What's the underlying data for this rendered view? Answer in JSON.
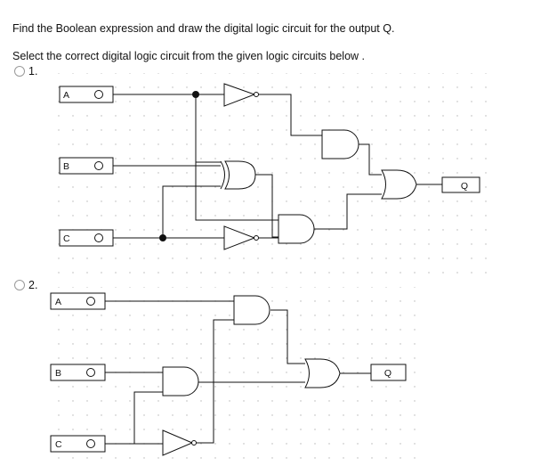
{
  "question": {
    "prompt": "Find the Boolean expression and draw the digital logic circuit for the output Q.",
    "instruction": "Select the correct digital logic circuit from the given logic circuits below ."
  },
  "options": [
    {
      "label": "1.",
      "inputs": [
        "A",
        "B",
        "C"
      ],
      "output": "Q",
      "gates": [
        "NOT",
        "XOR",
        "NOT",
        "AND",
        "AND",
        "OR"
      ]
    },
    {
      "label": "2.",
      "inputs": [
        "A",
        "B",
        "C"
      ],
      "output": "Q",
      "gates": [
        "AND",
        "AND",
        "NOT",
        "OR"
      ]
    }
  ]
}
